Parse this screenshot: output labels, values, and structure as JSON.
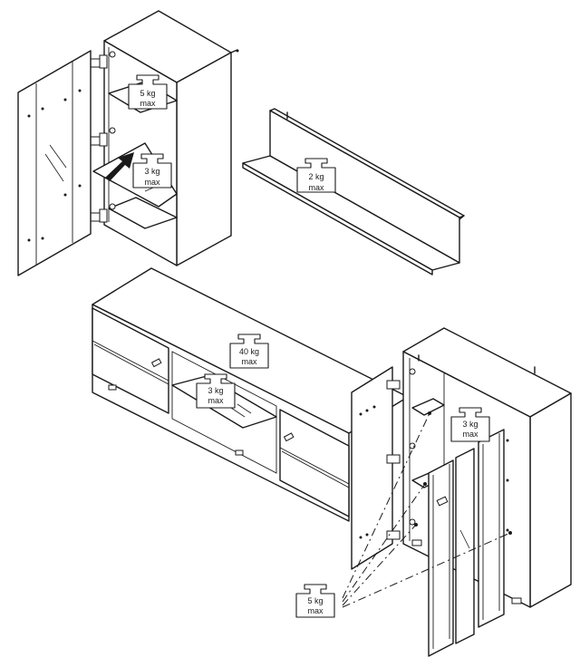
{
  "weight_labels": [
    {
      "id": "cab-top-shelf",
      "load": "5 kg",
      "unit": "max"
    },
    {
      "id": "cab-glass-shelf",
      "load": "3 kg",
      "unit": "max"
    },
    {
      "id": "wall-shelf",
      "load": "2 kg",
      "unit": "max"
    },
    {
      "id": "tv-top",
      "load": "40 kg",
      "unit": "max"
    },
    {
      "id": "tv-glass-shelf",
      "load": "3 kg",
      "unit": "max"
    },
    {
      "id": "right-cab-shelf",
      "load": "3 kg",
      "unit": "max"
    },
    {
      "id": "right-cab-doors",
      "load": "5 kg",
      "unit": "max"
    }
  ],
  "colors": {
    "line": "#1a1a1a",
    "background": "#ffffff"
  },
  "icons": [
    "arrow-icon",
    "hinge-icon",
    "handle-icon",
    "weight-tag-icon"
  ]
}
